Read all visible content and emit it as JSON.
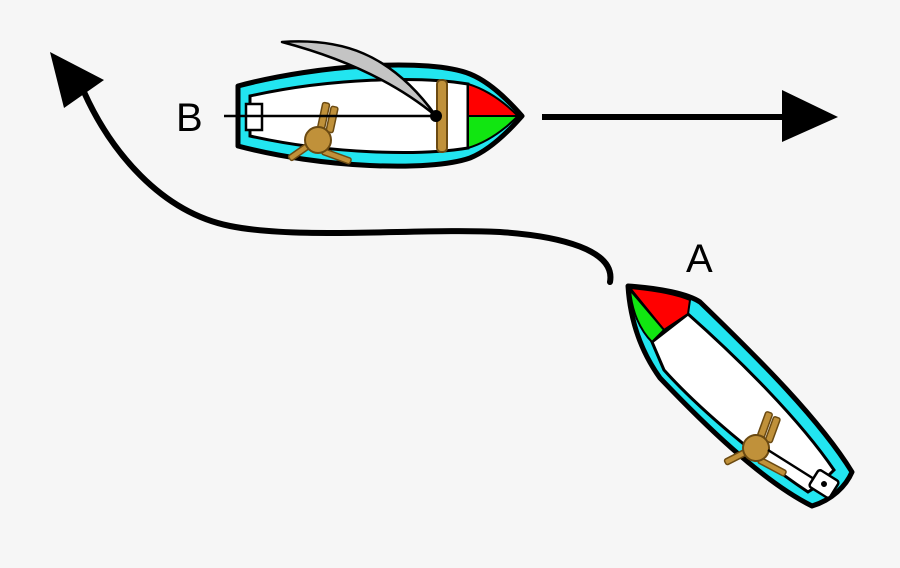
{
  "labels": {
    "boat_b": "B",
    "boat_a": "A"
  },
  "colors": {
    "background": "#f6f6f6",
    "hull_outline": "#000000",
    "hull_trim": "#22e5f0",
    "deck": "#ffffff",
    "port_light": "#ff0000",
    "starboard_light": "#11e611",
    "sail": "#c4c4c4",
    "sailor": "#c0913a",
    "arrow": "#000000"
  },
  "icons": {
    "boat_b_motion": "straight-right-arrow",
    "boat_a_motion": "curved-up-left-arrow",
    "outboard": "outboard-motor-icon"
  }
}
